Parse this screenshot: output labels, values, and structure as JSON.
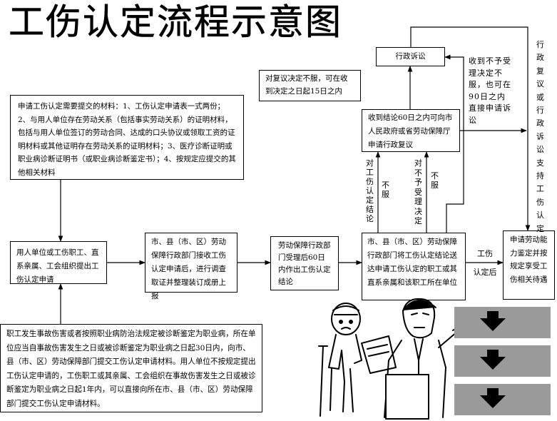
{
  "title": "工伤认定流程示意图",
  "nodes": {
    "materials": "申请工伤认定需要提交的材料：1、工伤认定申请表一式两份；2、与用人单位存在劳动关系（包括事实劳动关系）的证明材料，包括与用人单位签订的劳动合同、达成的口头协议或领取工资的证明材料或其他证明存在劳动关系的证明材料；3、医疗诊断证明或职业病诊断证明书（或职业病诊断鉴定书）；4、按规定应提交的其他相关材料",
    "apply": "用人单位或工伤职工、直系亲属、工会组织提出工伤认定申请",
    "receive": "市、县（市、区）劳动保障行政部门接收工伤认定申请后，进行调查取证并整理装订成册上报",
    "decide": "劳动保障行政部门受理后60日内作出工伤认定结论",
    "deliver": "市、县（市、区）劳动保障行政部门将工伤认定结论送达申请工伤认定的职工或其直系亲属和该职工所在单位",
    "appraise": "申请劳动能力鉴定并按规定享受工伤相关待遇",
    "review": "收到结论60日之内可向市人民政府或省劳动保障厅申请行政复议",
    "lawsuit": "行政诉讼",
    "review_note": "对复议决定不服，可在收到决定之日起15日之内",
    "deadline": "职工发生事故伤害或者按照职业病防治法规定被诊断鉴定为职业病，所在单位应当自事故伤害发生之日或被诊断鉴定为职业病之日起30日内，向市、县（市、区）劳动保障部门提交工伤认定申请材料。用人单位不按规定提出工伤认定申请的，工伤职工或其亲属、工会组织在事故伤害发生之日或被诊断鉴定为职业病之日起1年内，可以直接向所在市、县（市、区）劳动保障部门提交工伤认定申请材料。"
  },
  "labels": {
    "object_conclusion": "对工伤认定结论",
    "dissatisfied_1": "不服",
    "object_rejection": "对不予受理决定",
    "dissatisfied_2": "不服",
    "direct_suit": "收到不予受理决定不服，也可在90日之内直接申请诉讼",
    "after_decision_1": "工伤",
    "after_decision_2": "认定后",
    "support_right": "行政复议或行政诉讼支持工伤认定"
  }
}
